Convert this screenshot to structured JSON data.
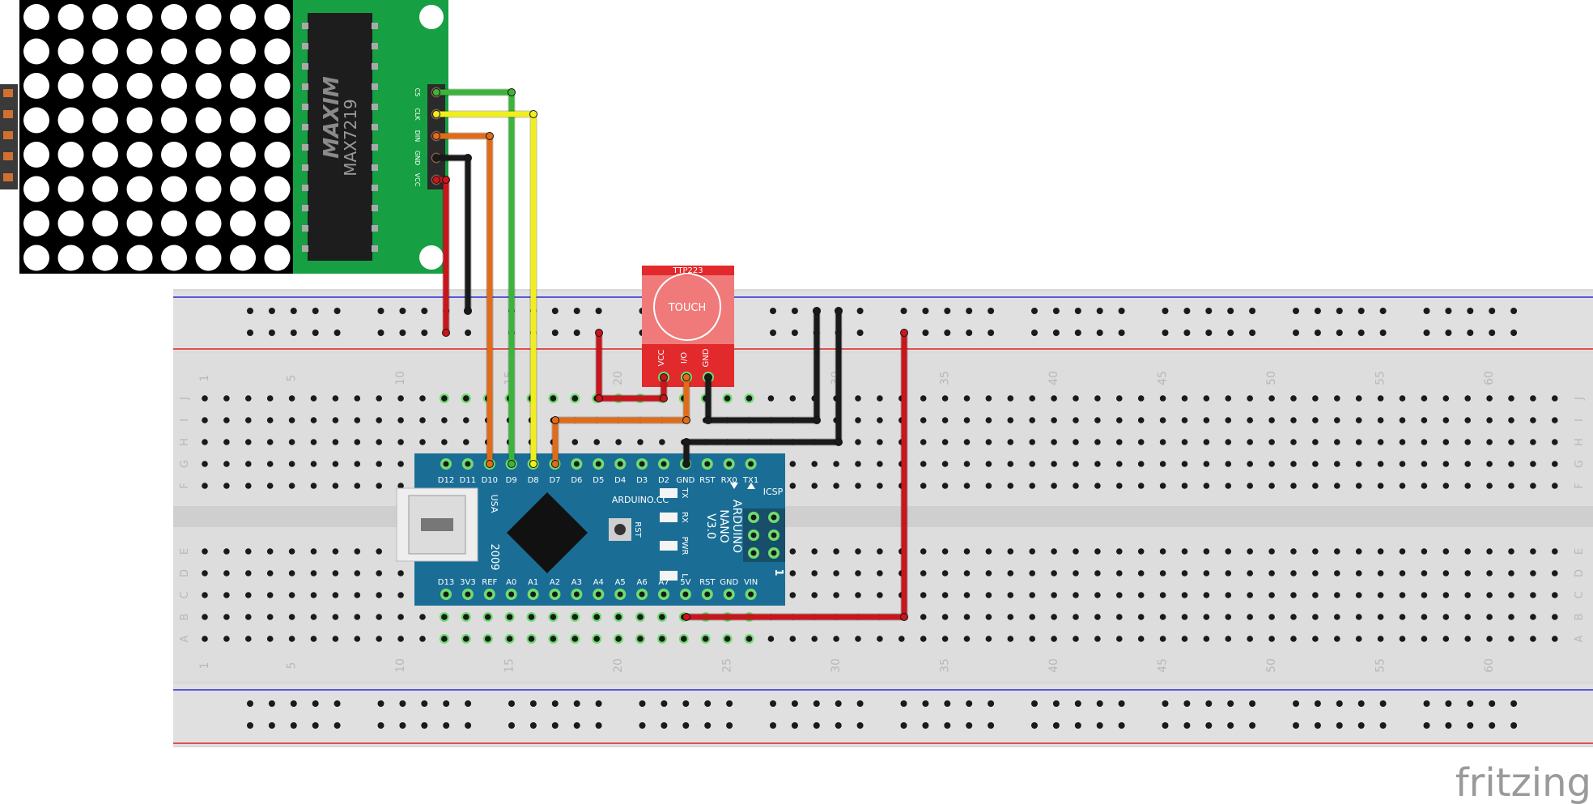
{
  "breadboard": {
    "row_letters_top": [
      "J",
      "I",
      "H",
      "G",
      "F"
    ],
    "row_letters_bottom": [
      "E",
      "D",
      "C",
      "B",
      "A"
    ],
    "column_numbers": [
      "1",
      "5",
      "10",
      "15",
      "20",
      "25",
      "30",
      "35",
      "40",
      "45",
      "50",
      "55",
      "60"
    ]
  },
  "led_matrix": {
    "chip_label": "MAX7219",
    "brand": "MAXIM",
    "pins": [
      "CS",
      "CLK",
      "DIN",
      "GND",
      "VCC"
    ]
  },
  "touch_sensor": {
    "title": "TTP223",
    "button_label": "TOUCH",
    "pins": [
      "VCC",
      "I/O",
      "GND"
    ]
  },
  "arduino": {
    "name_lines": [
      "ARDUINO",
      "NANO",
      "V3.0"
    ],
    "site": "ARDUINO.CC",
    "usb_label": "USA",
    "year": "2009",
    "reset_label": "RST",
    "icsp_label": "ICSP",
    "led_labels": [
      "TX",
      "RX",
      "PWR",
      "L"
    ],
    "top_pins": [
      "D12",
      "D11",
      "D10",
      "D9",
      "D8",
      "D7",
      "D6",
      "D5",
      "D4",
      "D3",
      "D2",
      "GND",
      "RST",
      "RX0",
      "TX1"
    ],
    "bottom_pins": [
      "D13",
      "3V3",
      "REF",
      "A0",
      "A1",
      "A2",
      "A3",
      "A4",
      "A5",
      "A6",
      "A7",
      "5V",
      "RST",
      "GND",
      "VIN"
    ],
    "icsp_pin1": "1"
  },
  "colors": {
    "wire_red": "#c8161d",
    "wire_black": "#1a1a1a",
    "wire_orange": "#e06c1b",
    "wire_green": "#3cb43c",
    "wire_yellow": "#f0ee1c",
    "arduino_blue": "#1a6e96",
    "matrix_pcb": "#17a043",
    "touch_red": "#e52b2e",
    "breadboard": "#dcdcdc"
  },
  "watermark": "fritzing"
}
